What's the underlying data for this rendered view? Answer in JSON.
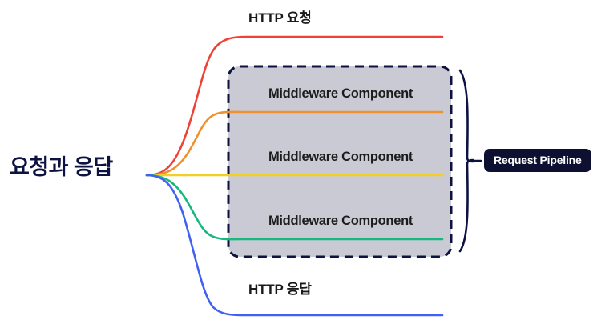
{
  "diagram": {
    "title_left": "요청과 응답",
    "top_flow_label": "HTTP 요청",
    "bottom_flow_label": "HTTP 응답",
    "pipeline_badge": "Request Pipeline",
    "middleware_components": [
      {
        "label": "Middleware Component"
      },
      {
        "label": "Middleware Component"
      },
      {
        "label": "Middleware Component"
      }
    ],
    "flow_lines": [
      {
        "name": "http-request-line",
        "color": "#ee4237"
      },
      {
        "name": "middleware-1-line",
        "color": "#f0912d"
      },
      {
        "name": "middleware-2-line",
        "color": "#f1ce28"
      },
      {
        "name": "middleware-3-line",
        "color": "#16b87e"
      },
      {
        "name": "http-response-line",
        "color": "#4161f5"
      }
    ],
    "pipeline_box": {
      "fill": "#c9cad4",
      "border_color": "#0d1240",
      "border_style": "dashed"
    },
    "bracket_color": "#0d1240",
    "badge_background": "#0d1030",
    "badge_text_color": "#ffffff"
  }
}
